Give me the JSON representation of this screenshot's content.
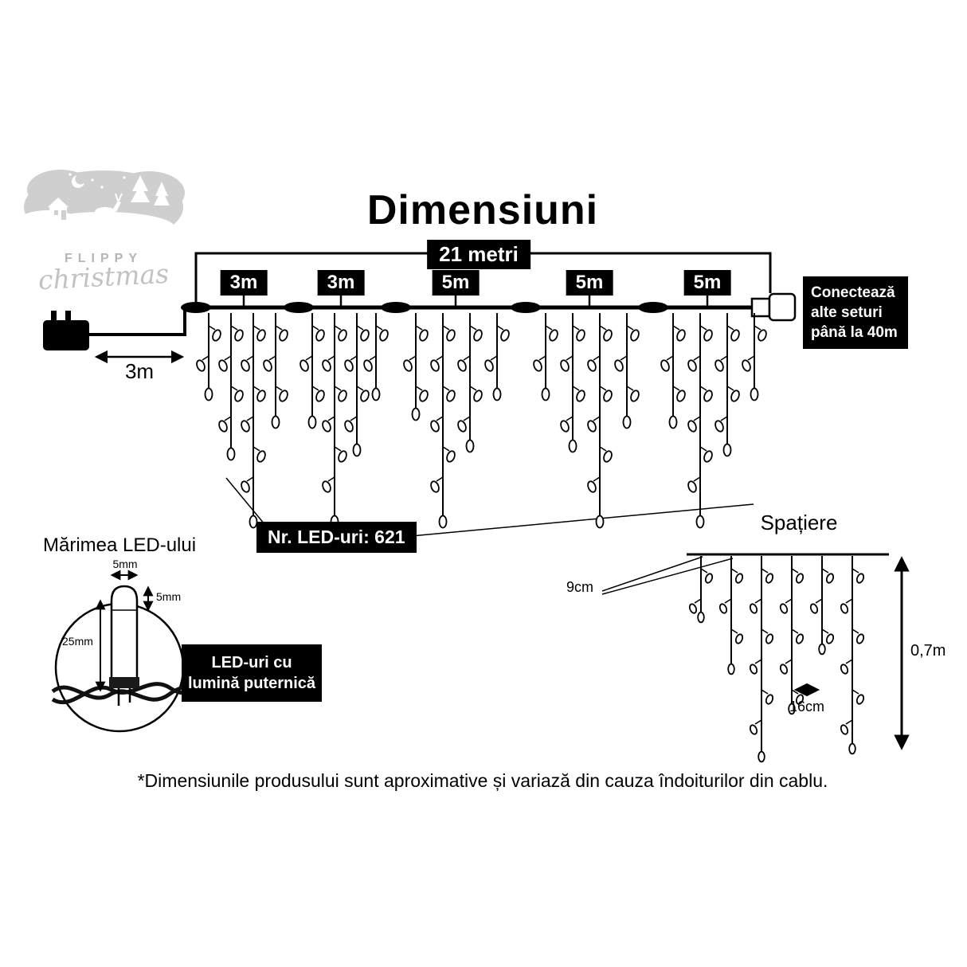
{
  "title": "Dimensiuni",
  "logo": {
    "brand_top": "FLIPPY",
    "brand_bottom": "christmas"
  },
  "main_diagram": {
    "total_length_label": "21 metri",
    "segments": [
      "3m",
      "3m",
      "5m",
      "5m",
      "5m"
    ],
    "lead_length_label": "3m",
    "connect_note": "Conectează alte seturi până la 40m",
    "led_count_label": "Nr. LED-uri: 621"
  },
  "led_size": {
    "title": "Mărimea LED-ului",
    "width_label": "5mm",
    "cap_height_label": "5mm",
    "total_height_label": "25mm",
    "note": "LED-uri cu lumină puternică"
  },
  "spacing": {
    "title": "Spațiere",
    "drop_spacing_label": "9cm",
    "led_spacing_label": "16cm",
    "drop_height_label": "0,7m"
  },
  "footnote": "*Dimensiunile produsului sunt aproximative și variază din cauza îndoiturilor din cablu."
}
